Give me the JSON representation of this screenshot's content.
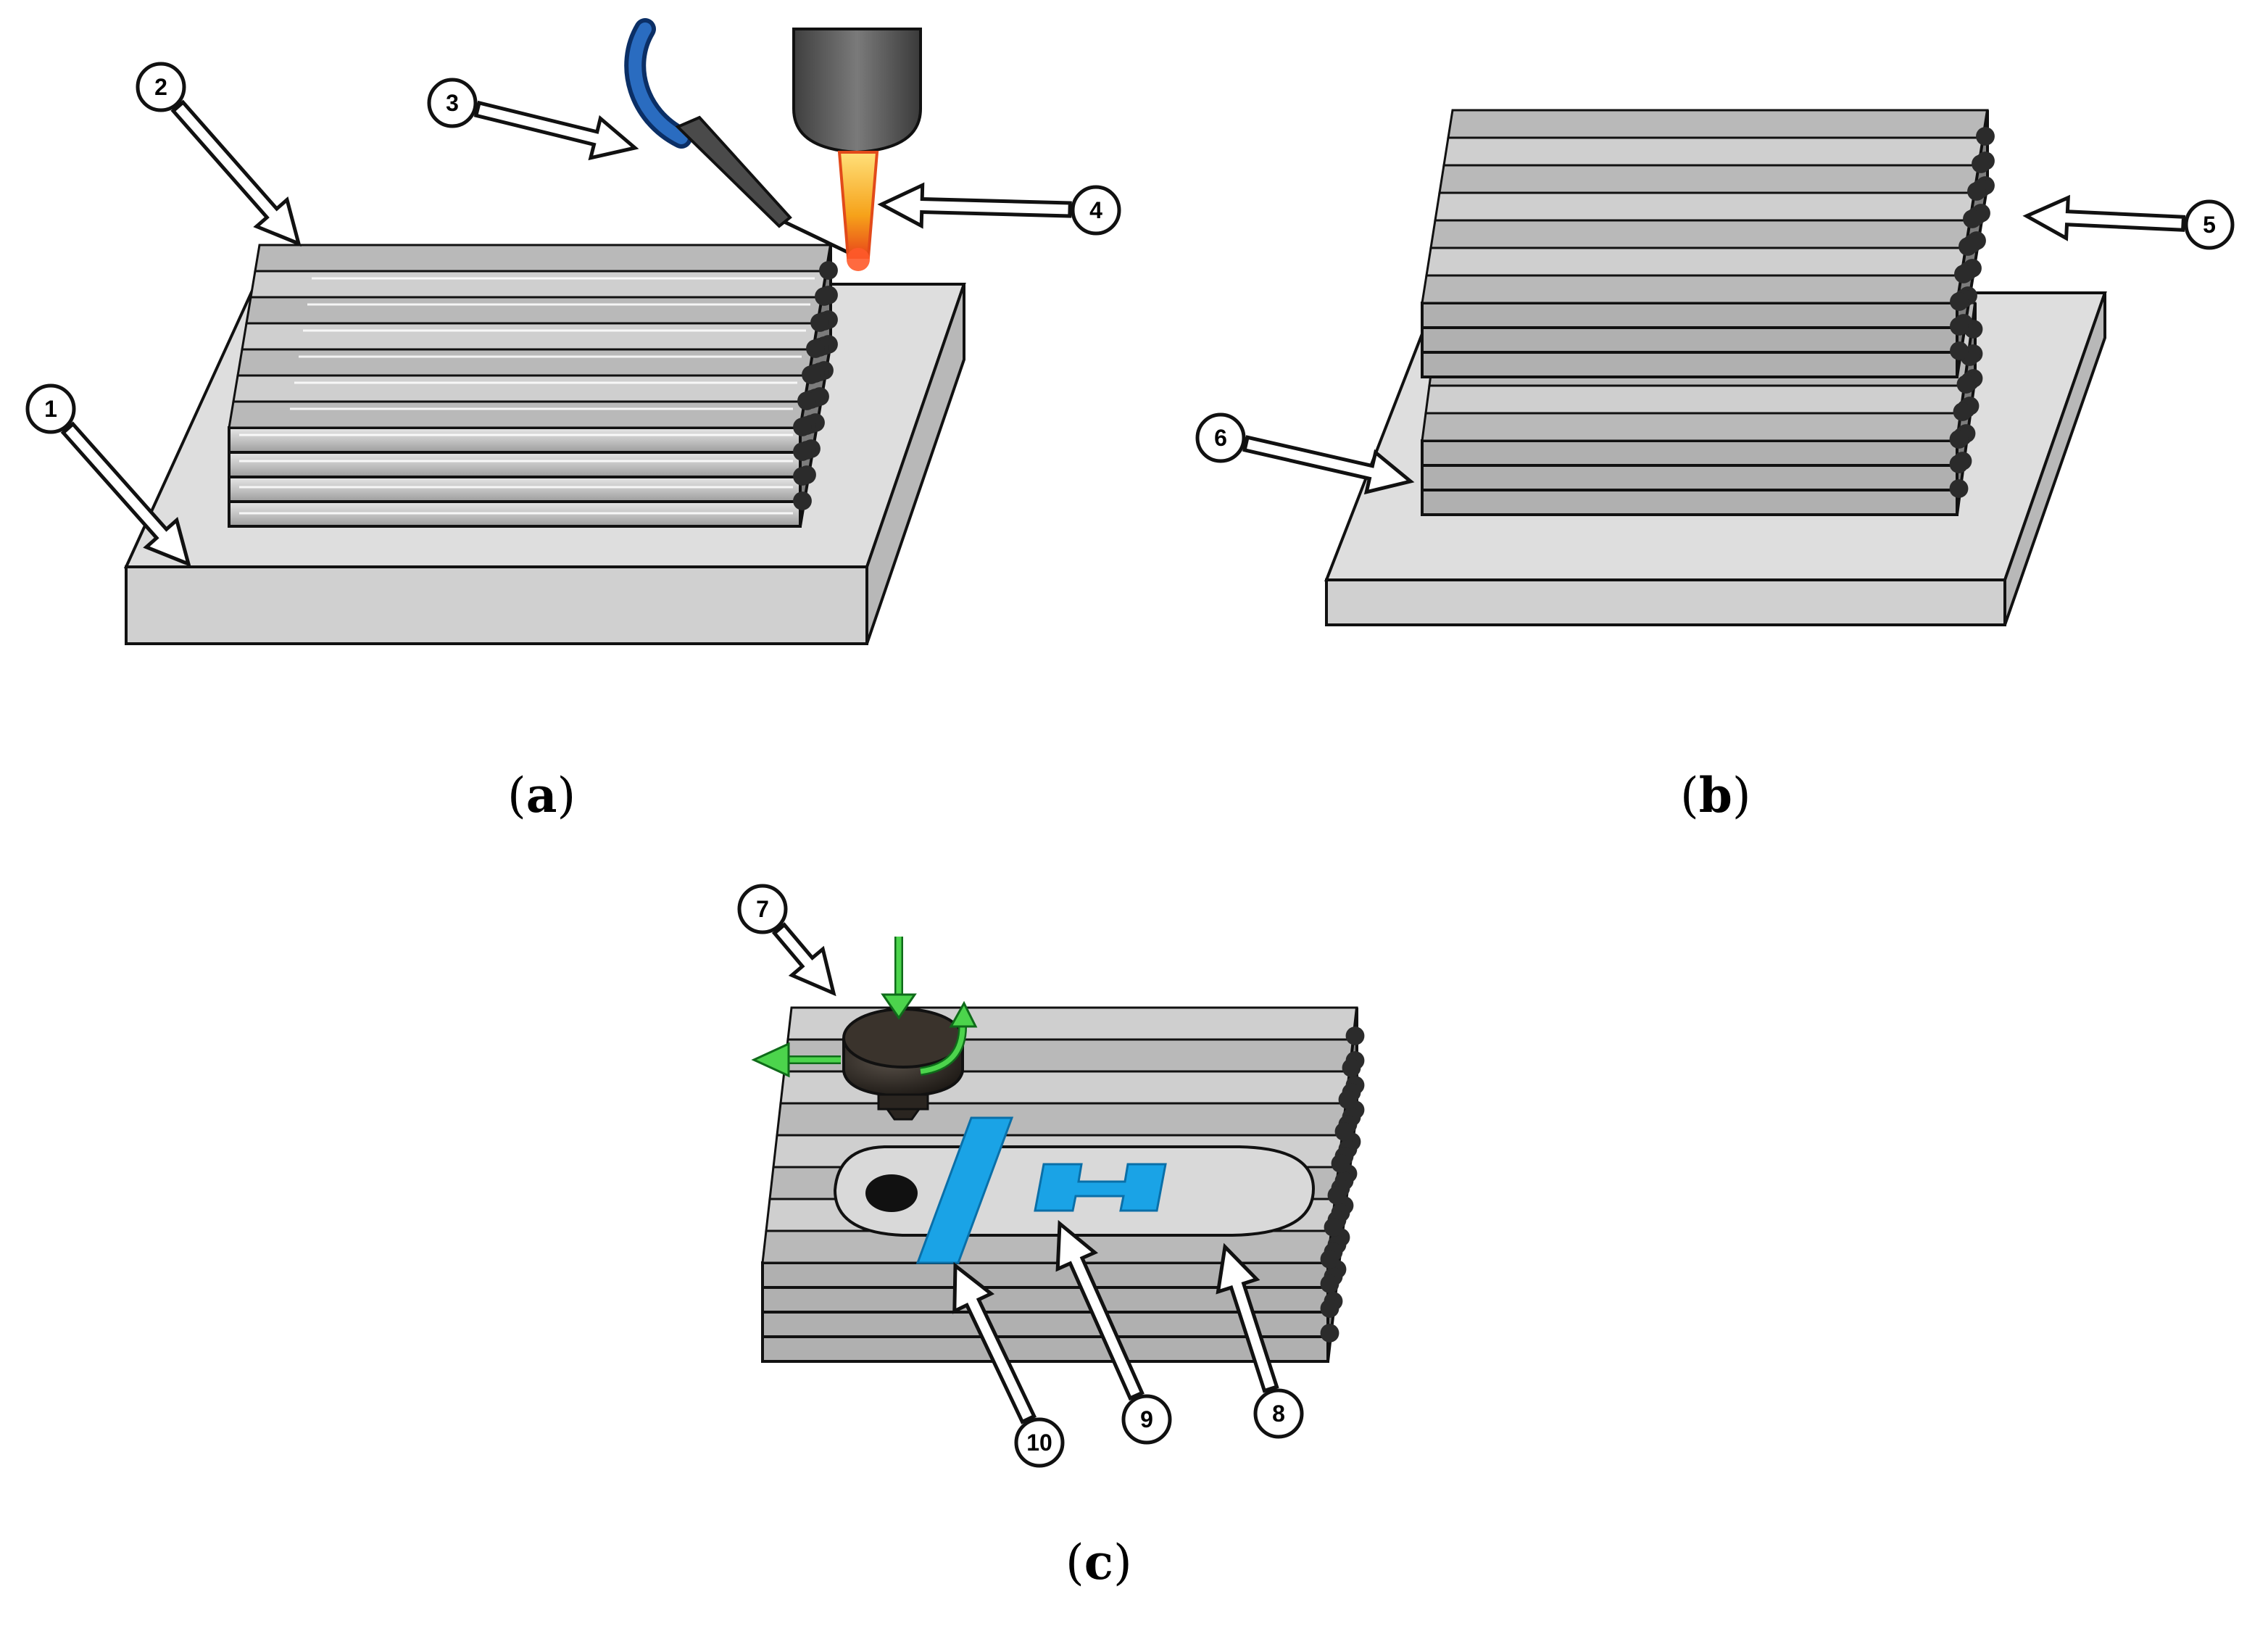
{
  "panels": {
    "a": {
      "open": "(",
      "letter": "a",
      "close": ")"
    },
    "b": {
      "open": "(",
      "letter": "b",
      "close": ")"
    },
    "c": {
      "open": "(",
      "letter": "c",
      "close": ")"
    }
  },
  "callouts": [
    "1",
    "2",
    "3",
    "4",
    "5",
    "6",
    "7",
    "8",
    "9",
    "10"
  ],
  "colors": {
    "plate": "#dcdcdc",
    "bead": "#c8c8c8",
    "bead_dark": "#a8a8a8",
    "wire": "#1a5a9e",
    "torch": "#555555",
    "flame": "#f4b400",
    "tool": "#2a2520",
    "green_arrow": "#43c843",
    "blue_feature": "#1ea7e8",
    "ellipse": "#d8d8d8"
  }
}
